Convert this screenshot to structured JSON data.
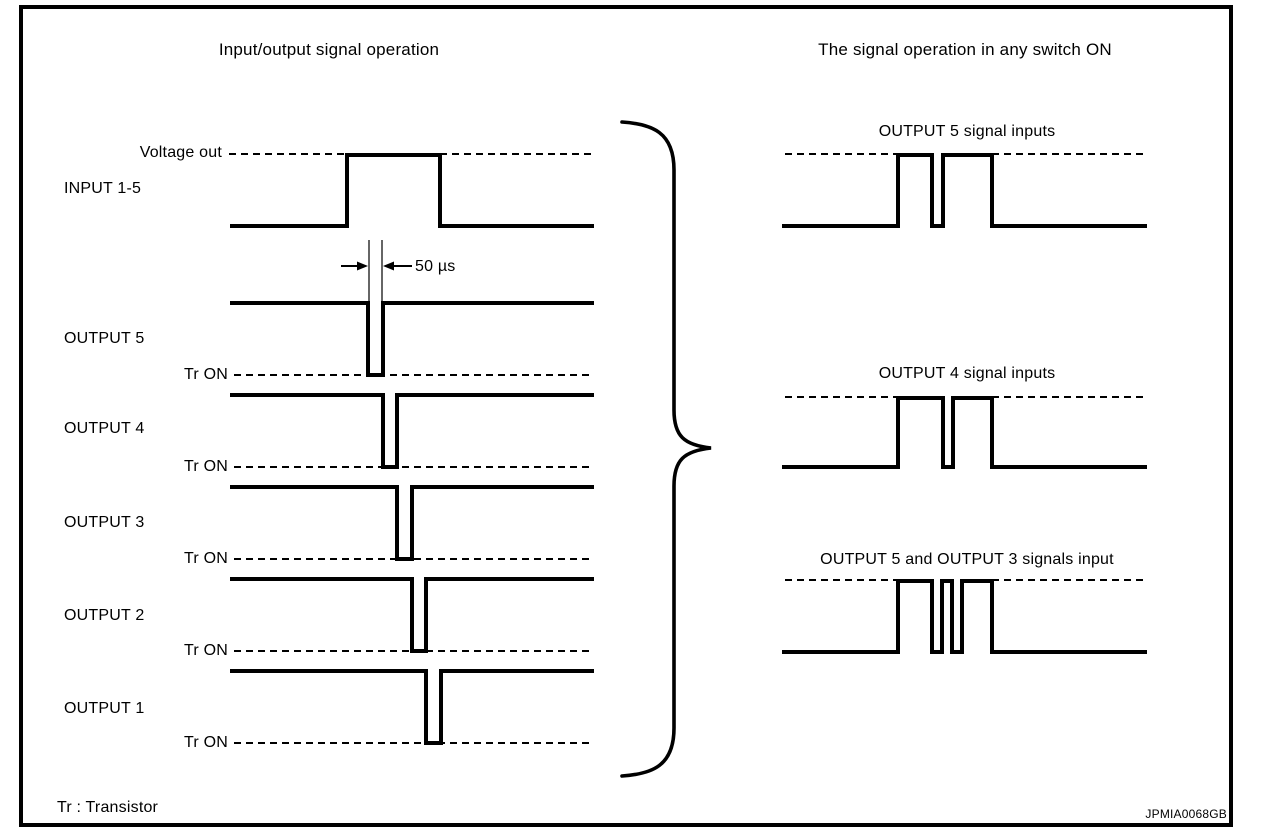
{
  "left_panel": {
    "title": "Input/output signal operation",
    "voltage_out_label": "Voltage out",
    "input_label": "INPUT 1-5",
    "pulse_width": "50 µs",
    "outputs": [
      {
        "label": "OUTPUT 5",
        "tr_on": "Tr ON"
      },
      {
        "label": "OUTPUT 4",
        "tr_on": "Tr ON"
      },
      {
        "label": "OUTPUT 3",
        "tr_on": "Tr ON"
      },
      {
        "label": "OUTPUT 2",
        "tr_on": "Tr ON"
      },
      {
        "label": "OUTPUT 1",
        "tr_on": "Tr ON"
      }
    ],
    "footnote": "Tr : Transistor"
  },
  "right_panel": {
    "title": "The signal operation in any switch ON",
    "waveform_labels": [
      "OUTPUT 5 signal inputs",
      "OUTPUT 4 signal inputs",
      "OUTPUT 5 and OUTPUT 3 signals input"
    ]
  },
  "figure_code": "JPMIA0068GB",
  "colors": {
    "ink": "#000000",
    "background": "#ffffff"
  }
}
